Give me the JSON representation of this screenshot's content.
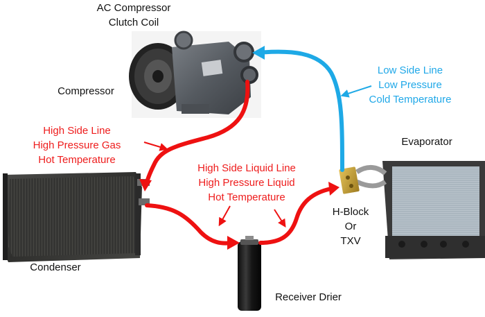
{
  "colors": {
    "high_side": "#ee1111",
    "low_side": "#1ea9e6",
    "high_side_text": "#ee1c1c",
    "low_side_text": "#20a8e8",
    "component_dark": "#2c2c2c",
    "evaporator_fin": "#a9b5be",
    "hblock_brass": "#c9a236"
  },
  "components": {
    "clutch_coil": {
      "line1": "AC Compressor",
      "line2": "Clutch Coil",
      "icon": "clutch-coil-icon"
    },
    "compressor": {
      "label": "Compressor",
      "icon": "compressor-icon"
    },
    "condenser": {
      "label": "Condenser",
      "icon": "condenser-icon"
    },
    "receiver_drier": {
      "label": "Receiver Drier",
      "icon": "receiver-drier-icon"
    },
    "evaporator": {
      "label": "Evaporator",
      "icon": "evaporator-icon"
    },
    "hblock": {
      "line1": "H-Block",
      "line2": "Or",
      "line3": "TXV",
      "icon": "h-block-valve-icon"
    }
  },
  "lines": {
    "high_side_gas": {
      "line1": "High Side Line",
      "line2": "High Pressure Gas",
      "line3": "Hot Temperature"
    },
    "high_side_liquid": {
      "line1": "High Side Liquid Line",
      "line2": "High Pressure Liquid",
      "line3": "Hot Temperature"
    },
    "low_side": {
      "line1": "Low Side Line",
      "line2": "Low Pressure",
      "line3": "Cold Temperature"
    }
  }
}
